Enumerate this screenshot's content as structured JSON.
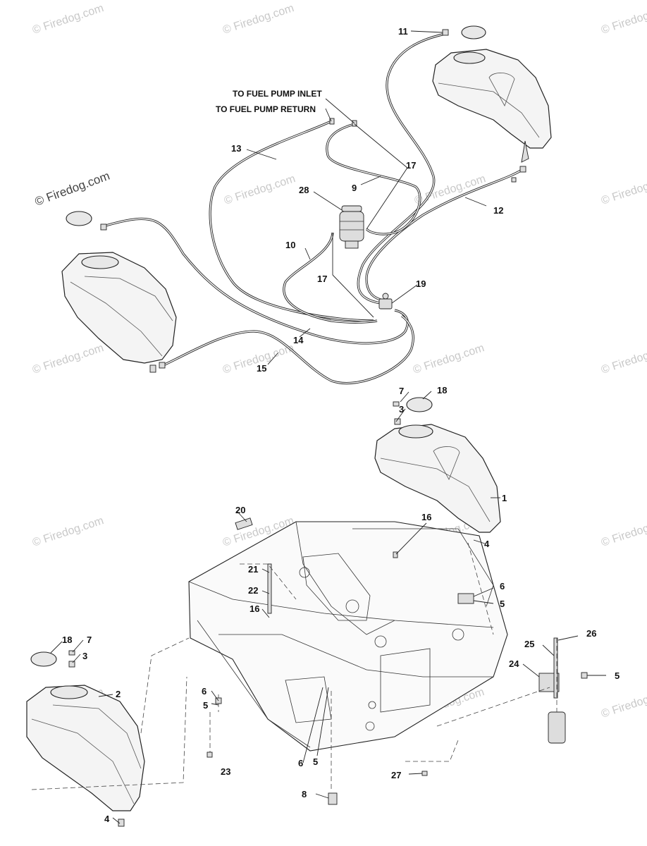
{
  "watermark": {
    "brand_text": "© Firedog.com",
    "tile_text": "© Firedog.com"
  },
  "routing_labels": {
    "fuel_pump_inlet": "TO FUEL PUMP INLET",
    "fuel_pump_return": "TO FUEL PUMP RETURN"
  },
  "callouts": {
    "c1": "1",
    "c2": "2",
    "c3a": "3",
    "c3b": "3",
    "c4a": "4",
    "c4b": "4",
    "c5a": "5",
    "c5b": "5",
    "c5c": "5",
    "c5d": "5",
    "c6a": "6",
    "c6b": "6",
    "c6c": "6",
    "c7a": "7",
    "c7b": "7",
    "c8": "8",
    "c9": "9",
    "c10": "10",
    "c11": "11",
    "c12": "12",
    "c13": "13",
    "c14": "14",
    "c15": "15",
    "c16a": "16",
    "c16b": "16",
    "c17a": "17",
    "c17b": "17",
    "c18a": "18",
    "c18b": "18",
    "c19": "19",
    "c20": "20",
    "c21": "21",
    "c22": "22",
    "c23": "23",
    "c24": "24",
    "c25": "25",
    "c26": "26",
    "c27": "27",
    "c28": "28"
  },
  "colors": {
    "line": "#222222",
    "watermark": "#c9c9c9",
    "background": "#ffffff"
  }
}
